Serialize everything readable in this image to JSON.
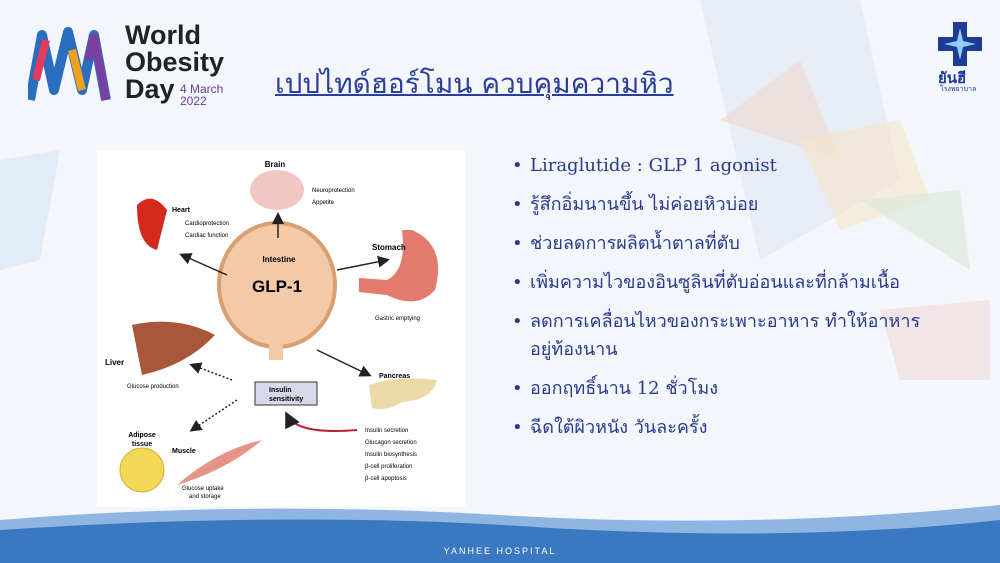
{
  "logo": {
    "line1": "World",
    "line2": "Obesity",
    "line3": "Day",
    "date1": "4 March",
    "date2": "2022"
  },
  "title": "เปปไทด์ฮอร์โมน ควบคุมความหิว",
  "hospital": {
    "name": "ยันฮี",
    "sub": "โรงพยาบาล"
  },
  "diagram": {
    "center": "GLP-1",
    "intestine": "Intestine",
    "brain": {
      "label": "Brain",
      "effects": [
        "Neuroprotection",
        "Appetite"
      ]
    },
    "heart": {
      "label": "Heart",
      "effects": [
        "Cardioprotection",
        "Cardiac function"
      ]
    },
    "stomach": {
      "label": "Stomach",
      "effects": [
        "Gastric emptying"
      ]
    },
    "liver": {
      "label": "Liver",
      "effects": [
        "Glucose production"
      ]
    },
    "pancreas": {
      "label": "Pancreas",
      "effects": [
        "Insulin secretion",
        "Glucagon secretion",
        "Insulin biosynthesis",
        "β-cell proliferation",
        "β-cell apoptosis"
      ]
    },
    "insulin": {
      "line1": "Insulin",
      "line2": "sensitivity"
    },
    "adipose": {
      "line1": "Adipose",
      "line2": "tissue"
    },
    "muscle": {
      "label": "Muscle",
      "effect1": "Glucose uptake",
      "effect2": "and storage"
    }
  },
  "bullets": [
    "Liraglutide : GLP 1 agonist",
    "รู้สึกอิ่มนานขึ้น ไม่ค่อยหิวบ่อย",
    "ช่วยลดการผลิตน้ำตาลที่ตับ",
    "เพิ่มความไวของอินซูลินที่ตับอ่อนและที่กล้ามเนื้อ",
    "ลดการเคลื่อนไหวของกระเพาะอาหาร ทำให้อาหารอยู่ท้องนาน",
    "ออกฤทธิ์นาน 12 ชั่วโมง",
    "ฉีดใต้ผิวหนัง วันละครั้ง"
  ],
  "footer": "YANHEE HOSPITAL",
  "colors": {
    "title": "#2b3e9c",
    "footer": "#3a78c2"
  }
}
